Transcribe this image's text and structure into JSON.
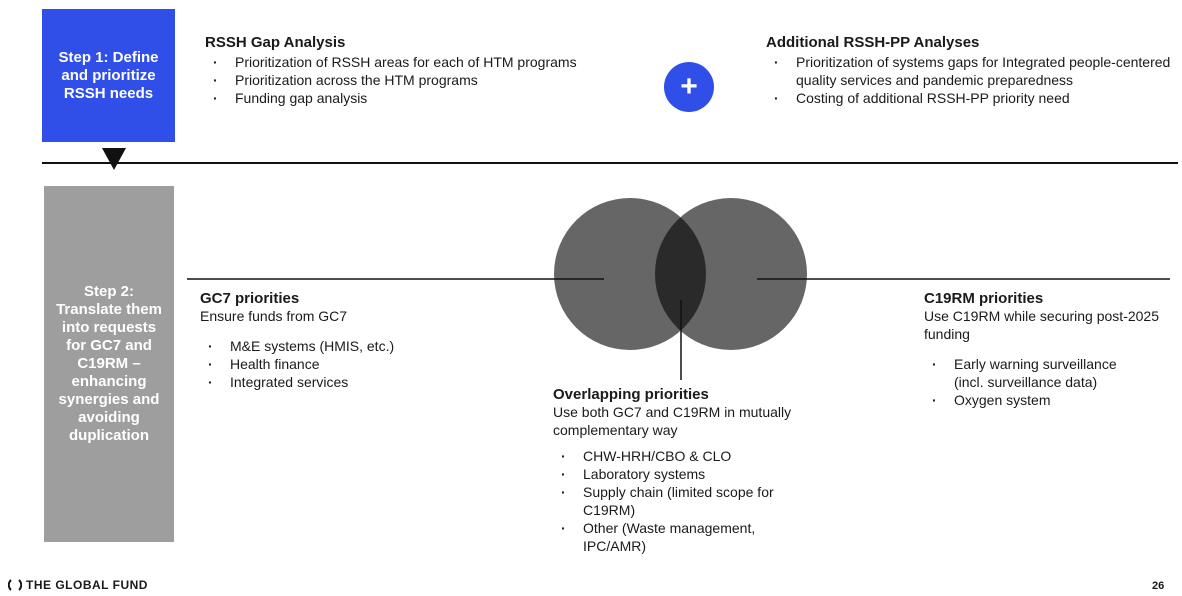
{
  "step1": {
    "label": "Step 1: Define and prioritize RSSH needs"
  },
  "step2": {
    "label": "Step 2: Translate them into requests for GC7 and C19RM – enhancing synergies and avoiding duplication"
  },
  "gap_analysis": {
    "title": "RSSH Gap Analysis",
    "items": [
      "Prioritization of RSSH areas for each of HTM programs",
      "Prioritization across the HTM programs",
      "Funding gap analysis"
    ]
  },
  "plus_symbol": "+",
  "additional_analyses": {
    "title": "Additional RSSH-PP Analyses",
    "items": [
      "Prioritization of systems gaps for Integrated people-centered quality services and pandemic preparedness",
      "Costing of additional RSSH-PP priority need"
    ]
  },
  "gc7": {
    "title": "GC7 priorities",
    "subtitle": "Ensure funds from GC7",
    "items": [
      "M&E systems (HMIS, etc.)",
      "Health finance",
      "Integrated services"
    ]
  },
  "c19rm": {
    "title": "C19RM priorities",
    "subtitle": "Use C19RM while securing post-2025 funding",
    "items": [
      "Early warning surveillance (incl. surveillance data)",
      "Oxygen system"
    ]
  },
  "overlap": {
    "title": "Overlapping priorities",
    "subtitle": "Use both GC7 and C19RM in mutually complementary way",
    "items": [
      "CHW-HRH/CBO & CLO",
      "Laboratory systems",
      "Supply chain (limited scope for C19RM)",
      "Other (Waste management, IPC/AMR)"
    ]
  },
  "footer": {
    "logo_text": "THE GLOBAL FUND",
    "page_number": "26"
  },
  "colors": {
    "accent_blue": "#2f4fe8",
    "step2_gray": "#9e9e9e",
    "circle_gray": "#666666",
    "overlap_dark": "#2a2a2a"
  }
}
